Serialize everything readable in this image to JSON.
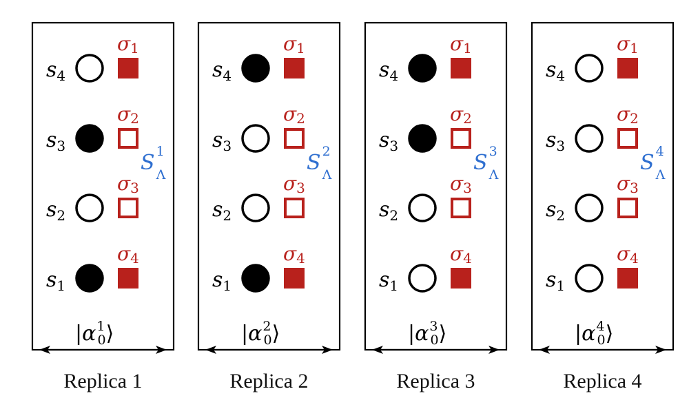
{
  "colors": {
    "spin": "#000000",
    "sigma": "#B8211C",
    "region": "#2F6FD0",
    "frame": "#000000"
  },
  "site_labels": [
    {
      "base": "s",
      "sub": "4"
    },
    {
      "base": "s",
      "sub": "3"
    },
    {
      "base": "s",
      "sub": "2"
    },
    {
      "base": "s",
      "sub": "1"
    }
  ],
  "sigma_labels": [
    {
      "base": "σ",
      "sub": "1",
      "filled": true
    },
    {
      "base": "σ",
      "sub": "2",
      "filled": false
    },
    {
      "base": "σ",
      "sub": "3",
      "filled": false
    },
    {
      "base": "σ",
      "sub": "4",
      "filled": true
    }
  ],
  "replicas": [
    {
      "caption": "Replica 1",
      "region_label": {
        "base": "S",
        "sup": "1",
        "sub": "Λ"
      },
      "state_label": {
        "open": "|",
        "base": "α",
        "sup": "1",
        "sub": "0",
        "close": "⟩"
      },
      "spins_filled": [
        false,
        true,
        false,
        true
      ]
    },
    {
      "caption": "Replica 2",
      "region_label": {
        "base": "S",
        "sup": "2",
        "sub": "Λ"
      },
      "state_label": {
        "open": "|",
        "base": "α",
        "sup": "2",
        "sub": "0",
        "close": "⟩"
      },
      "spins_filled": [
        true,
        false,
        false,
        true
      ]
    },
    {
      "caption": "Replica 3",
      "region_label": {
        "base": "S",
        "sup": "3",
        "sub": "Λ"
      },
      "state_label": {
        "open": "|",
        "base": "α",
        "sup": "3",
        "sub": "0",
        "close": "⟩"
      },
      "spins_filled": [
        true,
        true,
        false,
        false
      ]
    },
    {
      "caption": "Replica 4",
      "region_label": {
        "base": "S",
        "sup": "4",
        "sub": "Λ"
      },
      "state_label": {
        "open": "|",
        "base": "α",
        "sup": "4",
        "sub": "0",
        "close": "⟩"
      },
      "spins_filled": [
        false,
        false,
        false,
        false
      ]
    }
  ]
}
